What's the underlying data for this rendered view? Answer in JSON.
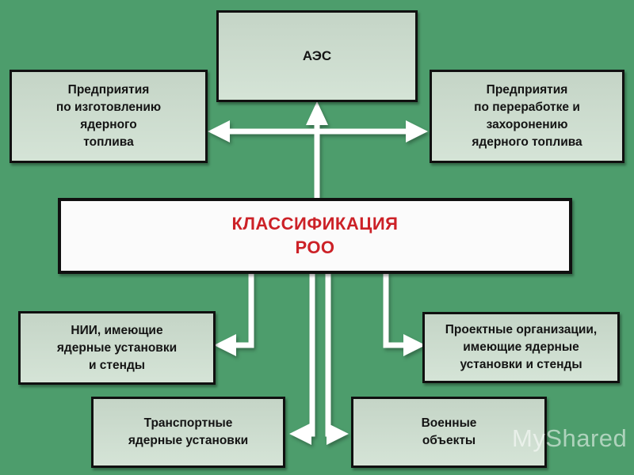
{
  "colors": {
    "background": "#4d9d6c",
    "node_fill": "#cfe0d1",
    "node_border": "#101010",
    "node_text": "#141414",
    "center_fill": "#fbfbfb",
    "center_text": "#cc2127",
    "arrow": "#ffffff",
    "watermark": "rgba(255,255,255,0.55)"
  },
  "diagram": {
    "center": {
      "label": "КЛАССИФИКАЦИЯ\nРОО"
    },
    "nodes": {
      "aes": {
        "label": "АЭС"
      },
      "fuel_manufacturing": {
        "label": "Предприятия\nпо изготовлению\nядерного\nтоплива"
      },
      "fuel_processing": {
        "label": "Предприятия\nпо переработке и\nзахоронению\nядерного топлива"
      },
      "research_institutes": {
        "label": "НИИ, имеющие\nядерные установки\nи стенды"
      },
      "design_organizations": {
        "label": "Проектные организации,\nимеющие ядерные\nустановки и стенды"
      },
      "transport_installations": {
        "label": "Транспортные\nядерные установки"
      },
      "military_objects": {
        "label": "Военные\nобъекты"
      }
    }
  },
  "watermark": {
    "text": "MyShared"
  }
}
